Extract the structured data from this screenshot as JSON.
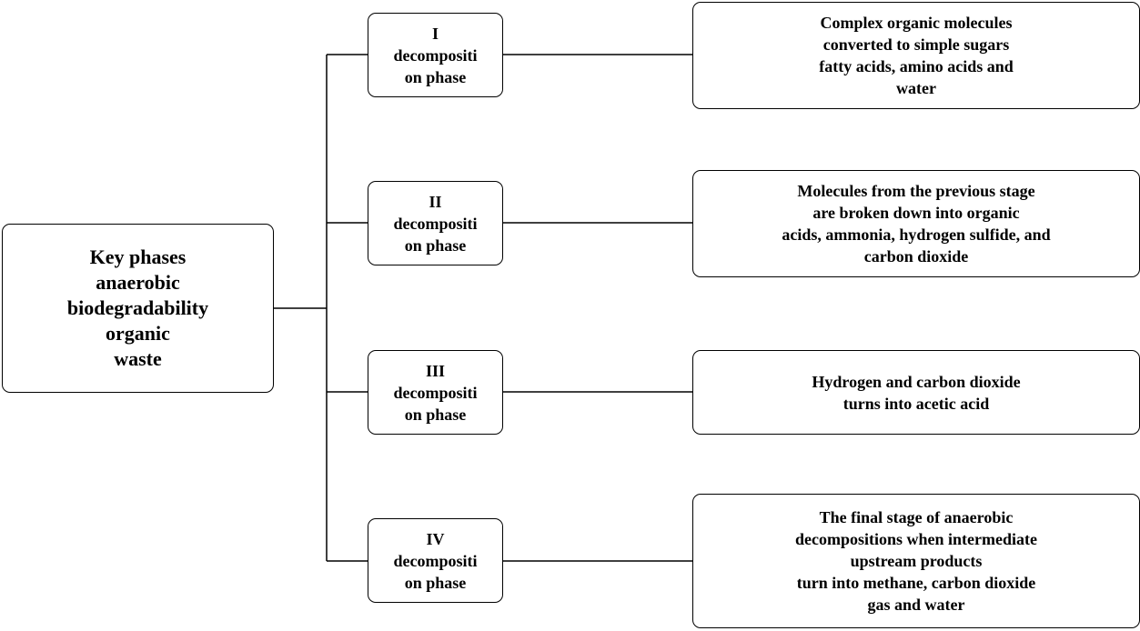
{
  "root": {
    "label": "Key phases\nanaerobic\nbiodegradability\norganic\nwaste"
  },
  "phases": [
    {
      "label": "I\ndecompositi\non phase",
      "description": "Complex organic molecules\nconverted to simple sugars\nfatty acids, amino acids and\nwater"
    },
    {
      "label": "II\ndecompositi\non phase",
      "description": "Molecules from the previous stage\nare broken down into organic\nacids, ammonia, hydrogen sulfide, and\ncarbon dioxide"
    },
    {
      "label": "III\ndecompositi\non phase",
      "description": "Hydrogen and carbon dioxide\nturns into acetic acid"
    },
    {
      "label": "IV\ndecompositi\non phase",
      "description": "The final stage of anaerobic\ndecompositions when intermediate\nupstream products\nturn into methane, carbon dioxide\ngas and water"
    }
  ]
}
